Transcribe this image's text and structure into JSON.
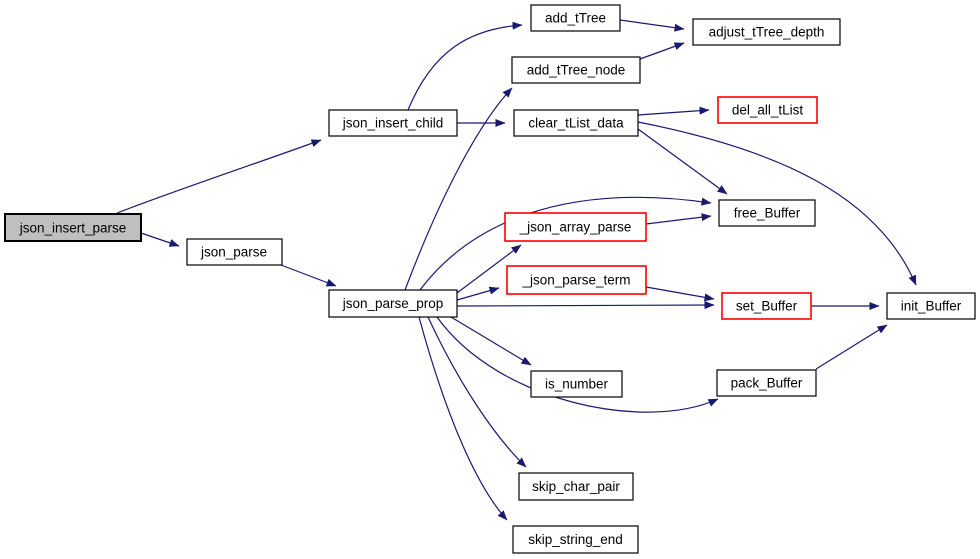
{
  "diagram": {
    "type": "function-call-graph",
    "background_color": "#ffffff",
    "edge_color": "#191970",
    "node_fill": "#ffffff",
    "node_border_color": "#000000",
    "highlight_fill": "#bfbfbf",
    "external_border_color": "#ff0000",
    "text_color": "#000000"
  },
  "nodes": [
    {
      "id": "json_insert_parse",
      "label": "json_insert_parse",
      "style": "highlighted"
    },
    {
      "id": "json_parse",
      "label": "json_parse",
      "style": "normal"
    },
    {
      "id": "json_insert_child",
      "label": "json_insert_child",
      "style": "normal"
    },
    {
      "id": "json_parse_prop",
      "label": "json_parse_prop",
      "style": "normal"
    },
    {
      "id": "add_tTree",
      "label": "add_tTree",
      "style": "normal"
    },
    {
      "id": "add_tTree_node",
      "label": "add_tTree_node",
      "style": "normal"
    },
    {
      "id": "clear_tList_data",
      "label": "clear_tList_data",
      "style": "normal"
    },
    {
      "id": "adjust_tTree_depth",
      "label": "adjust_tTree_depth",
      "style": "normal"
    },
    {
      "id": "del_all_tList",
      "label": "del_all_tList",
      "style": "red"
    },
    {
      "id": "free_Buffer",
      "label": "free_Buffer",
      "style": "normal"
    },
    {
      "id": "_json_array_parse",
      "label": "_json_array_parse",
      "style": "red"
    },
    {
      "id": "_json_parse_term",
      "label": "_json_parse_term",
      "style": "red"
    },
    {
      "id": "set_Buffer",
      "label": "set_Buffer",
      "style": "red"
    },
    {
      "id": "init_Buffer",
      "label": "init_Buffer",
      "style": "normal"
    },
    {
      "id": "is_number",
      "label": "is_number",
      "style": "normal"
    },
    {
      "id": "pack_Buffer",
      "label": "pack_Buffer",
      "style": "normal"
    },
    {
      "id": "skip_char_pair",
      "label": "skip_char_pair",
      "style": "normal"
    },
    {
      "id": "skip_string_end",
      "label": "skip_string_end",
      "style": "normal"
    }
  ],
  "edges": [
    {
      "from": "json_insert_parse",
      "to": "json_insert_child"
    },
    {
      "from": "json_insert_parse",
      "to": "json_parse"
    },
    {
      "from": "json_parse",
      "to": "json_parse_prop"
    },
    {
      "from": "json_insert_child",
      "to": "add_tTree"
    },
    {
      "from": "json_insert_child",
      "to": "clear_tList_data"
    },
    {
      "from": "add_tTree",
      "to": "adjust_tTree_depth"
    },
    {
      "from": "add_tTree_node",
      "to": "adjust_tTree_depth"
    },
    {
      "from": "clear_tList_data",
      "to": "del_all_tList"
    },
    {
      "from": "clear_tList_data",
      "to": "free_Buffer"
    },
    {
      "from": "clear_tList_data",
      "to": "init_Buffer"
    },
    {
      "from": "json_parse_prop",
      "to": "add_tTree_node"
    },
    {
      "from": "json_parse_prop",
      "to": "free_Buffer"
    },
    {
      "from": "json_parse_prop",
      "to": "_json_array_parse"
    },
    {
      "from": "json_parse_prop",
      "to": "_json_parse_term"
    },
    {
      "from": "json_parse_prop",
      "to": "set_Buffer"
    },
    {
      "from": "json_parse_prop",
      "to": "is_number"
    },
    {
      "from": "json_parse_prop",
      "to": "pack_Buffer"
    },
    {
      "from": "json_parse_prop",
      "to": "skip_char_pair"
    },
    {
      "from": "json_parse_prop",
      "to": "skip_string_end"
    },
    {
      "from": "_json_array_parse",
      "to": "free_Buffer"
    },
    {
      "from": "_json_parse_term",
      "to": "set_Buffer"
    },
    {
      "from": "set_Buffer",
      "to": "init_Buffer"
    },
    {
      "from": "pack_Buffer",
      "to": "init_Buffer"
    }
  ]
}
